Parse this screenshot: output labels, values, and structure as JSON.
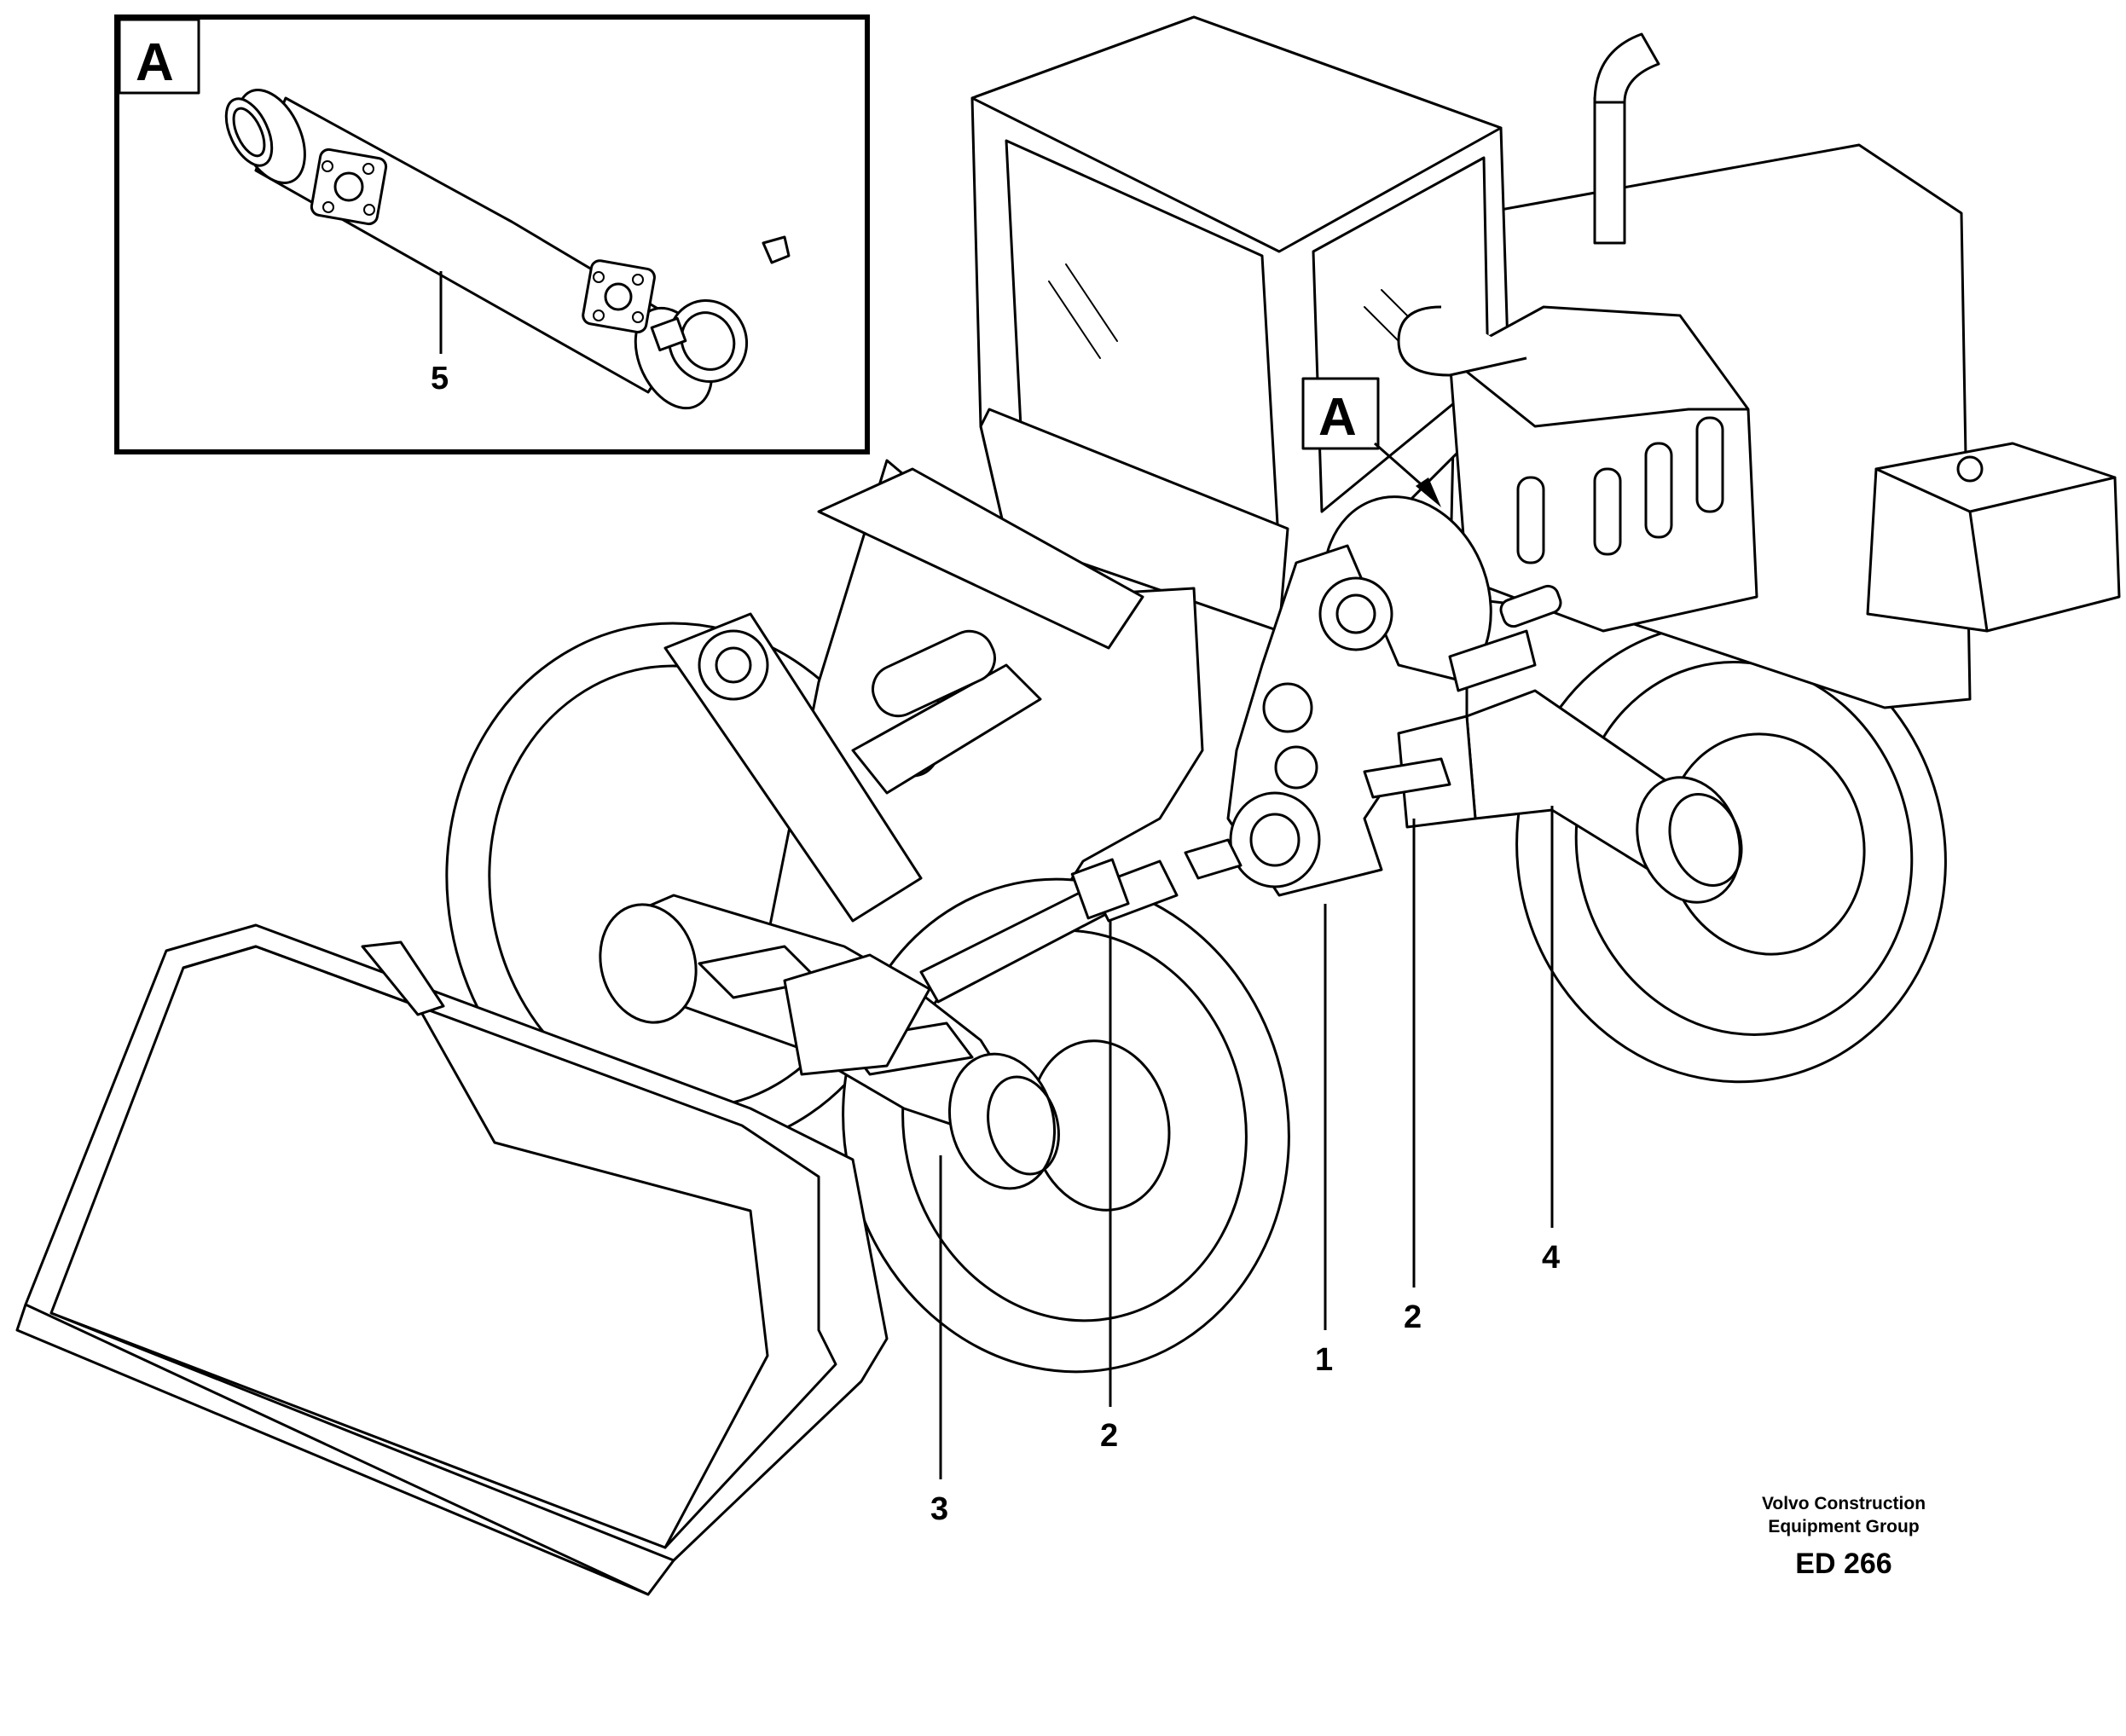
{
  "inset": {
    "letter": "A",
    "callout": "5"
  },
  "main_callout": {
    "letter": "A"
  },
  "callouts": {
    "c1": "1",
    "c2a": "2",
    "c2b": "2",
    "c3": "3",
    "c4": "4"
  },
  "credit": {
    "line1": "Volvo Construction",
    "line2": "Equipment Group",
    "code": "ED 266"
  }
}
